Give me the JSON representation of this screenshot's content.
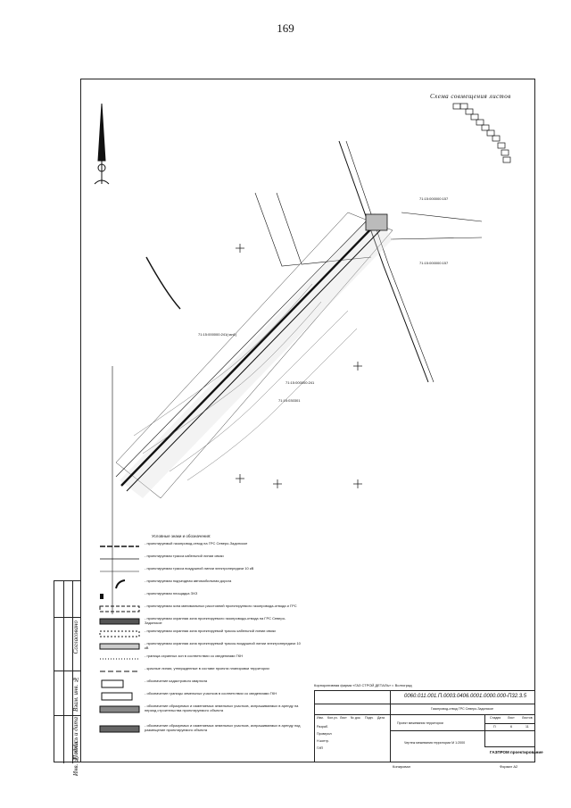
{
  "page": {
    "number": "169"
  },
  "plan": {
    "scheme_title": "Схема совмещения листов",
    "labels": {
      "parcel_1": "71:15:000000:157",
      "parcel_2": "71:15:000000:157",
      "parcel_3": "71:15:000000:241(чзп1)",
      "parcel_4": "71:15:000000:241",
      "parcel_5": "71:15:030301"
    }
  },
  "legend": {
    "title": "Условные знаки и обозначения:",
    "items": [
      "- проектируемый газопровод-отвод на ГРС Северо-Задонское",
      "- проектируемая трасса кабельной линии связи",
      "- проектируемая трасса воздушной линии электропередачи 10 кВ",
      "- проектируемая подъездная автомобильная дорога",
      "- проектируемая площадка ЭХЗ",
      "- проектируемая зона минимальных расстояний проектируемого газопровода-отвода и ГРС",
      "- проектируемая охранная зона проектируемого газопровода-отвода на ГРС Северо-Задонское",
      "- проектируемая охранная зона проектируемой трассы кабельной линии связи",
      "- проектируемая охранная зона проектируемой трассы воздушной линии электропередачи 10 кВ",
      "- граница охранных зон в соответствии со сведениями ГКН",
      "- красные линии, утвержденные в составе проекта планировки территории",
      "- обозначение кадастрового квартала",
      "- обозначение границы земельных участков в соответствии со сведениями ГКН",
      "- обозначение образуемых и изменяемых земельных участков, испрашиваемых в аренду на период строительства проектируемого объекта",
      "- обозначение образуемых и изменяемых земельных участков, испрашиваемых в аренду под размещение проектируемого объекта"
    ]
  },
  "margin": {
    "labels": [
      "Инв. № подл.",
      "Подпись и дата",
      "Взам. инв. №",
      "Согласовано"
    ]
  },
  "title_block": {
    "stamp_note": "Корпоративная фирма «ГАЗ СТРОЙ ДЕТАЛЬ» г. Волгоград",
    "code": "0060.011.001.П.0003.0406.0001.0000.000-П32.3.5",
    "project_name": "Газопровод-отвод ГРС Северо-Задонское",
    "part_name": "Проект межевания территории",
    "drawing_name": "Чертеж межевания территории М 1:2000",
    "stage_header": "Стадия",
    "sheet_header": "Лист",
    "sheets_header": "Листов",
    "stage": "П",
    "sheet": "6",
    "sheets": "11",
    "copied": "Копировал",
    "format": "Формат А2",
    "company": "ГАЗПРОМ проектирование",
    "cols": [
      "Изм.",
      "Кол.уч.",
      "Лист",
      "№ док.",
      "Подп.",
      "Дата"
    ],
    "roles": [
      "Разраб.",
      "Проверил",
      "Н.контр.",
      "ГИП"
    ]
  }
}
